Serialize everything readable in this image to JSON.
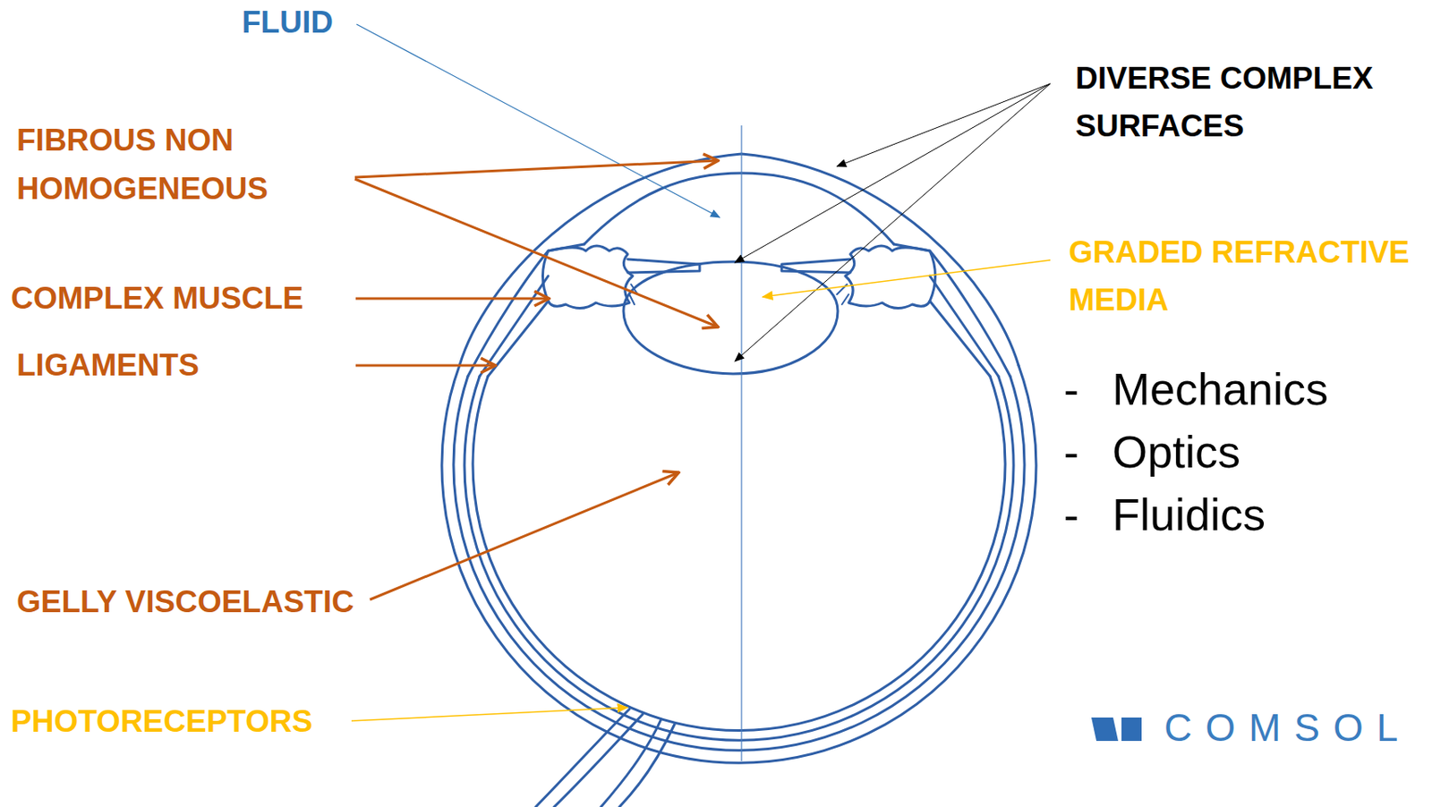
{
  "diagram": {
    "labels": [
      "FLUID",
      "FIBROUS NON HOMOGENEOUS",
      "COMPLEX MUSCLE",
      "LIGAMENTS",
      "GELLY VISCOELASTIC",
      "PHOTORECEPTORS",
      "DIVERSE COMPLEX SURFACES",
      "GRADED REFRACTIVE MEDIA",
      "-",
      "Mechanics",
      "-",
      "Optics",
      "-",
      "Fluidics",
      "COMSOL"
    ]
  }
}
